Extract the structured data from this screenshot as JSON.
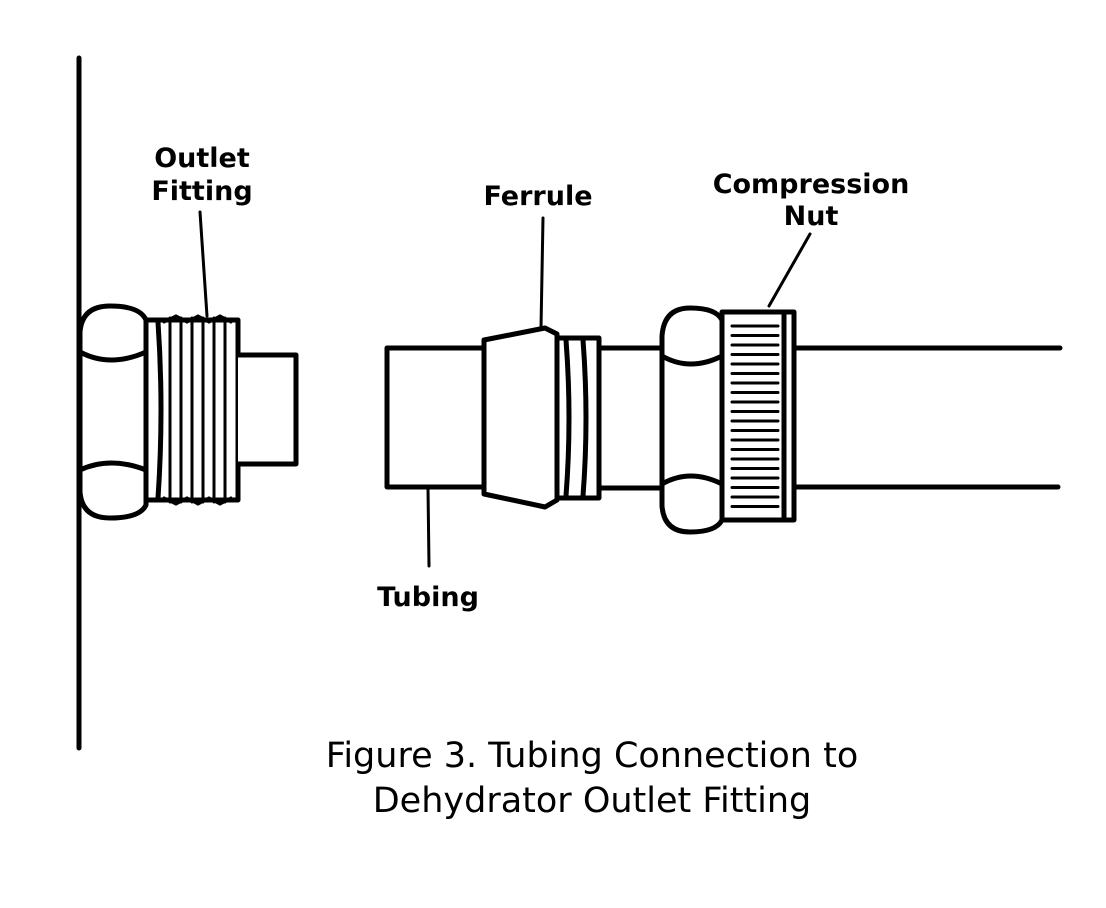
{
  "labels": {
    "outlet_fitting_line1": "Outlet",
    "outlet_fitting_line2": "Fitting",
    "ferrule": "Ferrule",
    "compression_nut_line1": "Compression",
    "compression_nut_line2": "Nut",
    "tubing": "Tubing"
  },
  "caption": {
    "line1": "Figure 3. Tubing Connection to",
    "line2": "Dehydrator Outlet Fitting"
  }
}
